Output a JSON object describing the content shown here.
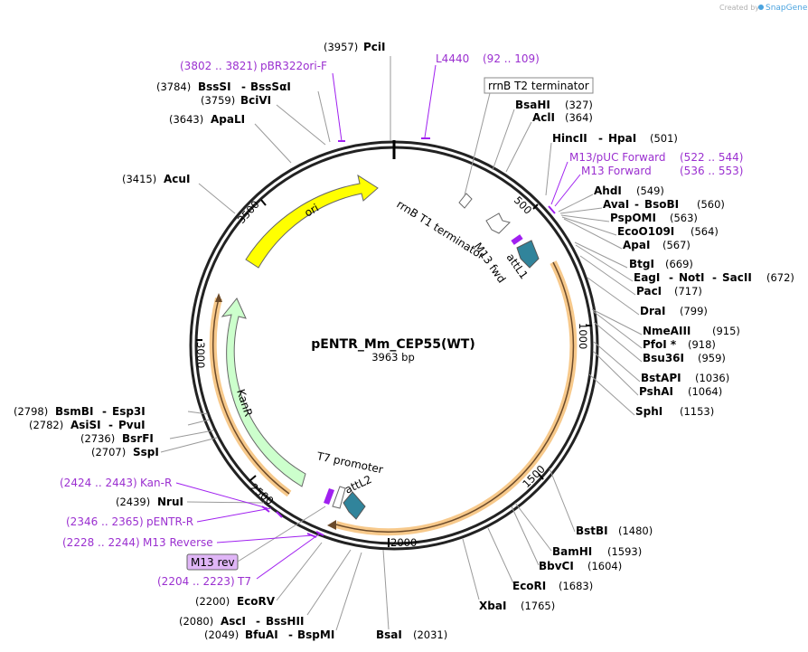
{
  "credit": {
    "text": "Created by",
    "brand": "SnapGene",
    "brand_color": "#4aa3df"
  },
  "plasmid": {
    "name": "pENTR_Mm_CEP55(WT)",
    "size_label": "3963 bp",
    "length": 3963
  },
  "ticks": [
    "500",
    "1000",
    "1500",
    "2000",
    "2500",
    "3000",
    "3500"
  ],
  "features": {
    "ori": "ori",
    "kanr": "KanR",
    "rrnb_t1": "rrnB T1 terminator",
    "rrnb_t2": "rrnB T2 terminator",
    "m13_fwd": "M13 fwd",
    "attl1": "attL1",
    "t7_promoter": "T7 promoter",
    "attl2": "attL2",
    "m13_rev": "M13 rev"
  },
  "colors": {
    "ori": "#ffff00",
    "kanr": "#ccffcc",
    "att": "#31849b",
    "highlight": "#f7c98b",
    "primer": "#a020f0",
    "terminator": "#ffffff"
  },
  "sites": {
    "pcii": {
      "pos": "(3957)",
      "name": "PciI"
    },
    "bsshi_sites": {
      "pos": "(3784)",
      "name1": "BssSI",
      "sep": "-",
      "name2": "BssSαI"
    },
    "bcivi": {
      "pos": "(3759)",
      "name": "BciVI"
    },
    "apali": {
      "pos": "(3643)",
      "name": "ApaLI"
    },
    "acui": {
      "pos": "(3415)",
      "name": "AcuI"
    },
    "bsahi": {
      "name": "BsaHI",
      "pos": "(327)"
    },
    "acli": {
      "name": "AclI",
      "pos": "(364)"
    },
    "hincii": {
      "name1": "HincII",
      "sep": "-",
      "name2": "HpaI",
      "pos": "(501)"
    },
    "ahdi": {
      "name": "AhdI",
      "pos": "(549)"
    },
    "avai": {
      "name1": "AvaI",
      "sep": "-",
      "name2": "BsoBI",
      "pos": "(560)"
    },
    "pspomi": {
      "name": "PspOMI",
      "pos": "(563)"
    },
    "eco0109i": {
      "name": "EcoO109I",
      "pos": "(564)"
    },
    "apai": {
      "name": "ApaI",
      "pos": "(567)"
    },
    "btgi": {
      "name": "BtgI",
      "pos": "(669)"
    },
    "eagi": {
      "name1": "EagI",
      "sep1": "-",
      "name2": "NotI",
      "sep2": "-",
      "name3": "SacII",
      "pos": "(672)"
    },
    "paci": {
      "name": "PacI",
      "pos": "(717)"
    },
    "drai": {
      "name": "DraI",
      "pos": "(799)"
    },
    "nmeaiii": {
      "name": "NmeAIII",
      "pos": "(915)"
    },
    "pfoi": {
      "name": "PfoI *",
      "pos": "(918)"
    },
    "bsu36i": {
      "name": "Bsu36I",
      "pos": "(959)"
    },
    "bstapi": {
      "name": "BstAPI",
      "pos": "(1036)"
    },
    "pshai": {
      "name": "PshAI",
      "pos": "(1064)"
    },
    "sphi": {
      "name": "SphI",
      "pos": "(1153)"
    },
    "bstbi": {
      "name": "BstBI",
      "pos": "(1480)"
    },
    "bamhi": {
      "name": "BamHI",
      "pos": "(1593)"
    },
    "bbvci": {
      "name": "BbvCI",
      "pos": "(1604)"
    },
    "ecori": {
      "name": "EcoRI",
      "pos": "(1683)"
    },
    "xbai": {
      "name": "XbaI",
      "pos": "(1765)"
    },
    "bsai": {
      "name": "BsaI",
      "pos": "(2031)"
    },
    "bfuai": {
      "pos": "(2049)",
      "name1": "BfuAI",
      "sep": "-",
      "name2": "BspMI"
    },
    "asci": {
      "pos": "(2080)",
      "name1": "AscI",
      "sep": "-",
      "name2": "BssHII"
    },
    "ecorv": {
      "pos": "(2200)",
      "name": "EcoRV"
    },
    "nrui": {
      "pos": "(2439)",
      "name": "NruI"
    },
    "sspi": {
      "pos": "(2707)",
      "name": "SspI"
    },
    "bsrfi": {
      "pos": "(2736)",
      "name": "BsrFI"
    },
    "asisi": {
      "pos": "(2782)",
      "name1": "AsiSI",
      "sep": "-",
      "name2": "PvuI"
    },
    "bsmbi": {
      "pos": "(2798)",
      "name1": "BsmBI",
      "sep": "-",
      "name2": "Esp3I"
    }
  },
  "primers": {
    "pbr322": {
      "range": "(3802 .. 3821)",
      "name": "pBR322ori-F"
    },
    "l4440": {
      "name": "L4440",
      "range": "(92 .. 109)"
    },
    "m13puc": {
      "name": "M13/pUC Forward",
      "range": "(522 .. 544)"
    },
    "m13fwd": {
      "name": "M13 Forward",
      "range": "(536 .. 553)"
    },
    "kanr": {
      "range": "(2424 .. 2443)",
      "name": "Kan-R"
    },
    "pentr": {
      "range": "(2346 .. 2365)",
      "name": "pENTR-R"
    },
    "m13rev": {
      "range": "(2228 .. 2244)",
      "name": "M13 Reverse"
    },
    "t7": {
      "range": "(2204 .. 2223)",
      "name": "T7"
    }
  }
}
